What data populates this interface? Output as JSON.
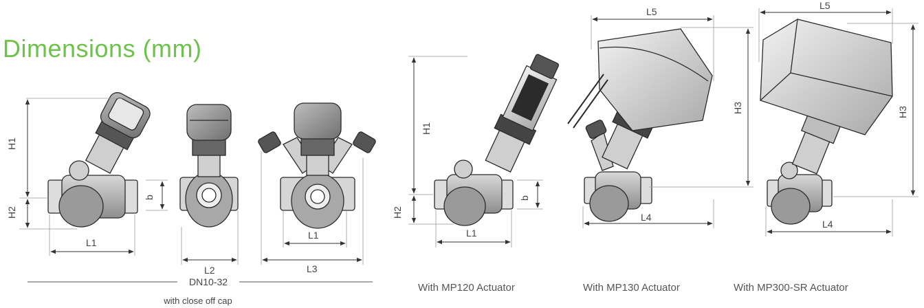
{
  "title": "Dimensions (mm)",
  "colors": {
    "title": "#6cc24a",
    "line": "#333333",
    "grey_light": "#e4e4e4",
    "grey_mid": "#b5b5b5",
    "grey_dark": "#555555"
  },
  "labels": {
    "h1": "H1",
    "h2": "H2",
    "b": "b",
    "l1": "L1",
    "l2": "L2",
    "l3": "L3",
    "l4": "L4",
    "l5": "L5",
    "h3": "H3"
  },
  "group": {
    "label": "DN10-32",
    "note": "with close off cap"
  },
  "captions": [
    "With MP120 Actuator",
    "With MP130 Actuator",
    "With MP300-SR Actuator"
  ],
  "icons": [
    "valve-side-view-icon",
    "valve-front-view-icon",
    "valve-with-test-points-icon",
    "valve-with-mp120-actuator-icon",
    "valve-with-mp130-actuator-icon",
    "valve-with-mp300-actuator-icon"
  ]
}
